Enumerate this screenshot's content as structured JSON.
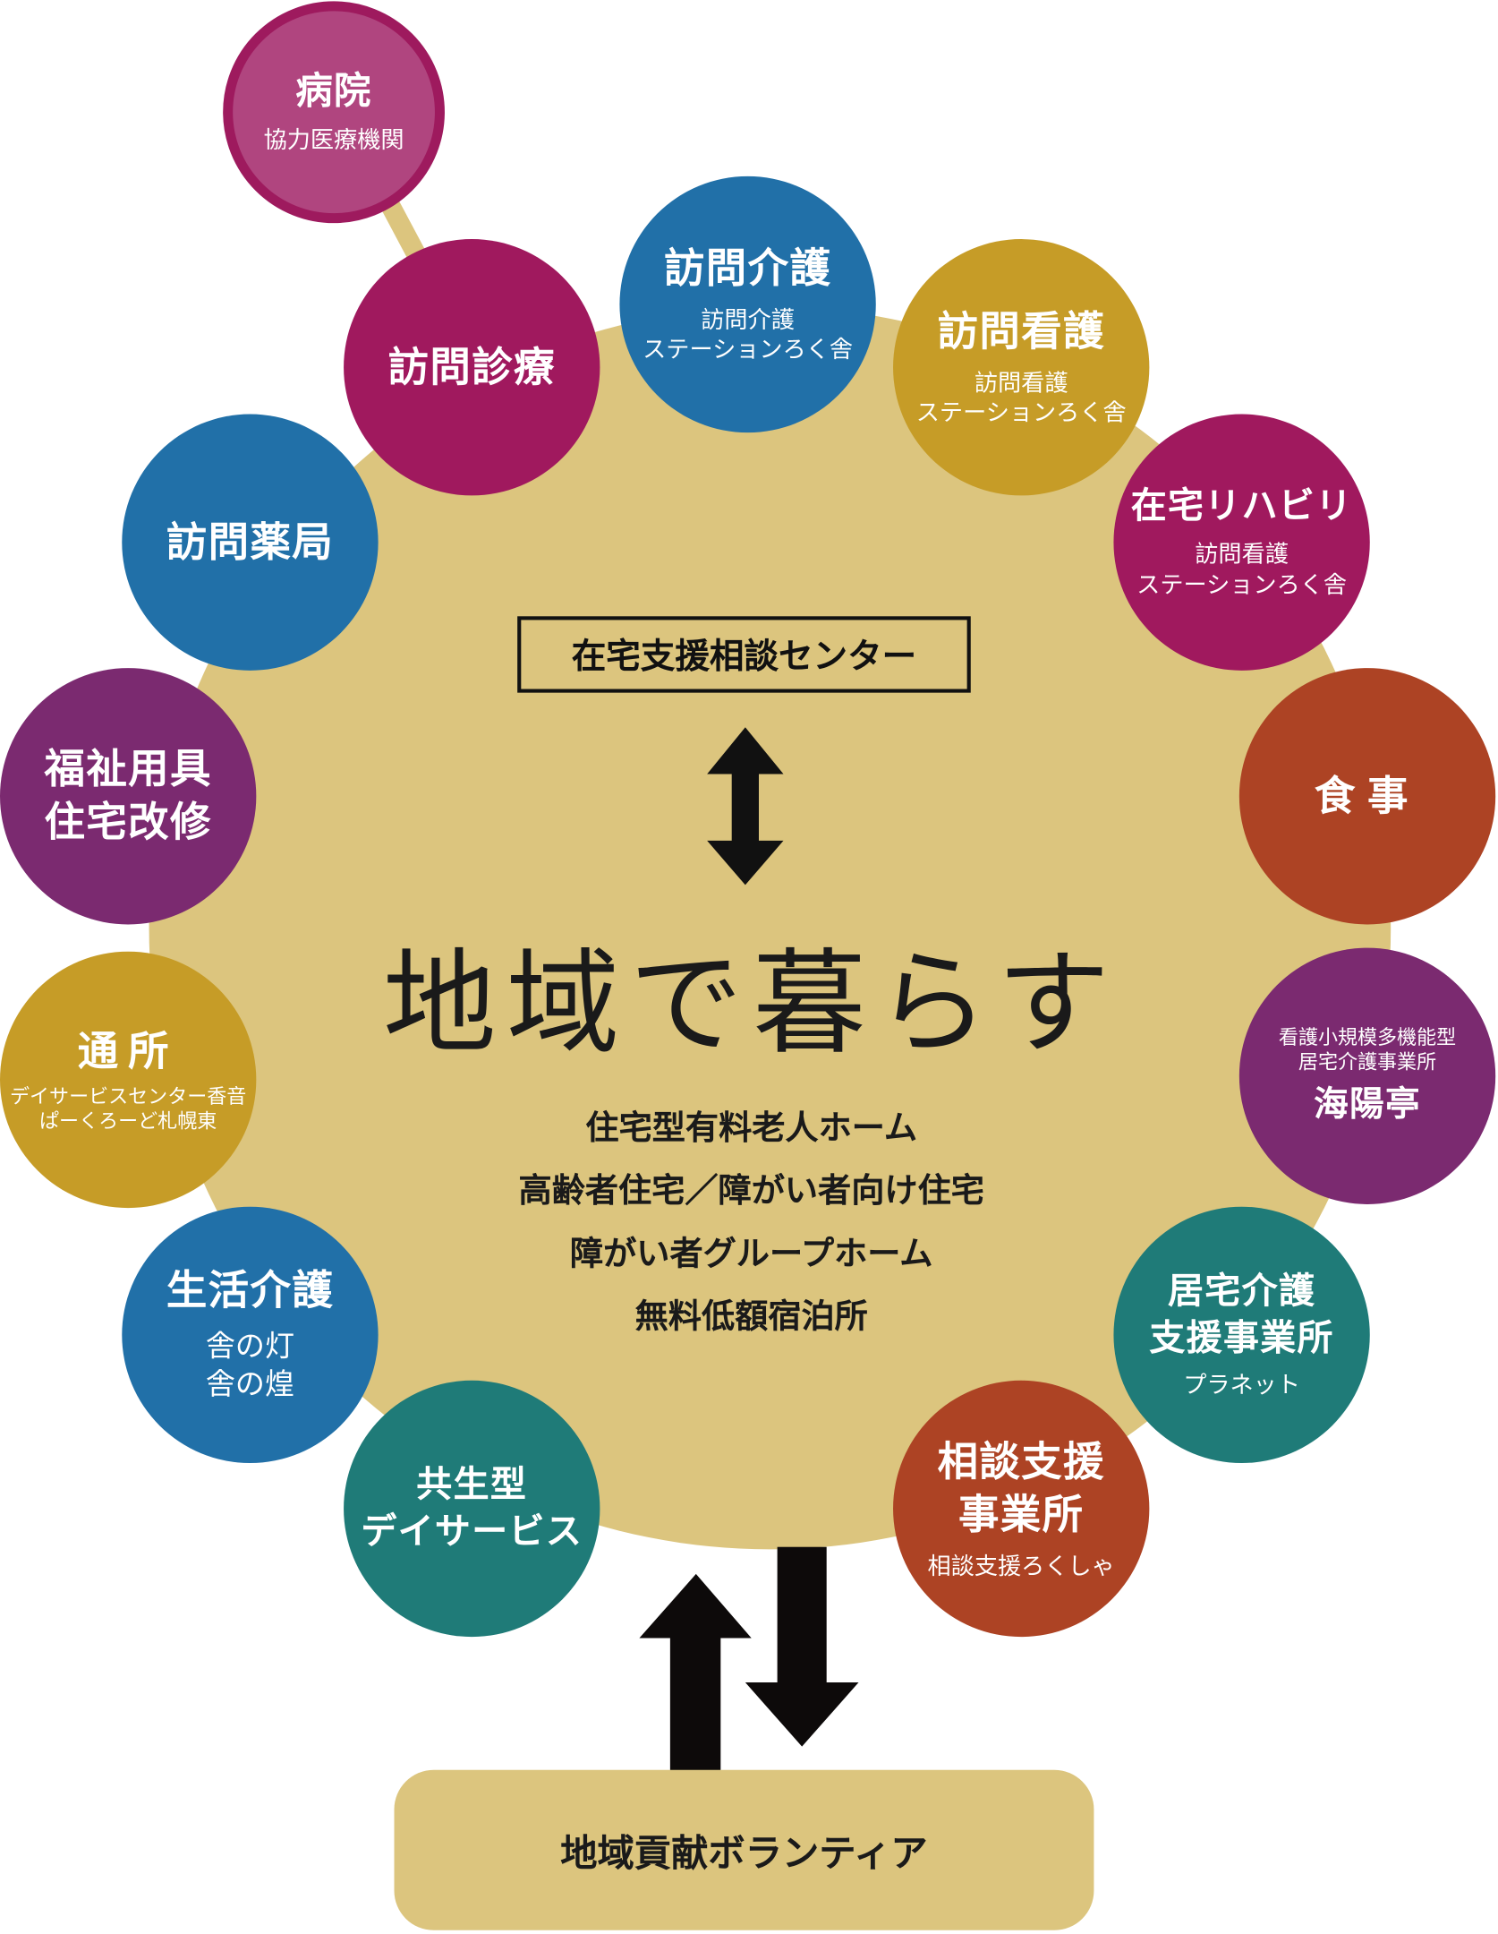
{
  "center": {
    "consult_box": "在宅支援相談センター",
    "title": "地域で暮らす",
    "housing": [
      "住宅型有料老人ホーム",
      "高齢者住宅／障がい者向け住宅",
      "障がい者グループホーム",
      "無料低額宿泊所"
    ],
    "volunteer": "地域貢献ボランティア"
  },
  "services": {
    "hospital": {
      "title": "病院",
      "sub": "協力医療機関"
    },
    "home_visit_medical": {
      "title": "訪問診療"
    },
    "home_care": {
      "title": "訪問介護",
      "sub1": "訪問介護",
      "sub2": "ステーションろく舎"
    },
    "home_nursing": {
      "title": "訪問看護",
      "sub1": "訪問看護",
      "sub2": "ステーションろく舎"
    },
    "home_rehab": {
      "title": "在宅リハビリ",
      "sub1": "訪問看護",
      "sub2": "ステーションろく舎"
    },
    "meals": {
      "title": "食事"
    },
    "kaiyotei": {
      "sub1": "看護小規模多機能型",
      "sub2": "居宅介護事業所",
      "title": "海陽亭"
    },
    "care_support": {
      "title1": "居宅介護",
      "title2": "支援事業所",
      "sub": "プラネット"
    },
    "consultation": {
      "title1": "相談支援",
      "title2": "事業所",
      "sub": "相談支援ろくしゃ"
    },
    "symbiotic": {
      "title1": "共生型",
      "title2": "デイサービス"
    },
    "life_care": {
      "title": "生活介護",
      "sub1": "舎の灯",
      "sub2": "舎の煌"
    },
    "day_service": {
      "title": "通所",
      "sub1": "デイサービスセンター香音",
      "sub2": "ぱーくろーど札幌東"
    },
    "welfare": {
      "title1": "福祉用具",
      "title2": "住宅改修"
    },
    "pharmacy": {
      "title": "訪問薬局"
    }
  },
  "colors": {
    "tan": "#dcc57e",
    "magenta": "#a0195e",
    "blue": "#2170a8",
    "gold": "#c69c27",
    "rust": "#ad4324",
    "purple": "#7b2a70",
    "teal": "#1f7b78"
  }
}
